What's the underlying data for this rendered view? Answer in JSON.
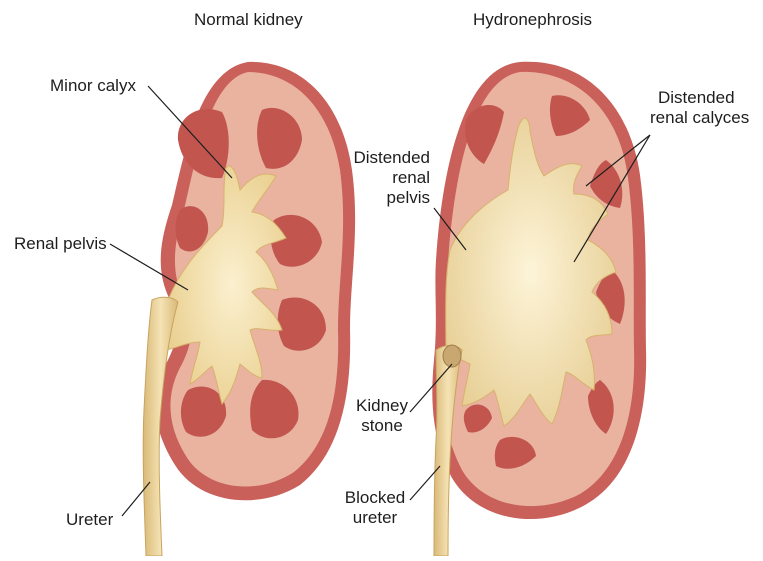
{
  "titles": {
    "normal": "Normal kidney",
    "hydro": "Hydronephrosis"
  },
  "labels": {
    "minor_calyx": "Minor calyx",
    "renal_pelvis": "Renal pelvis",
    "ureter": "Ureter",
    "distended_pelvis_1": "Distended",
    "distended_pelvis_2": "renal",
    "distended_pelvis_3": "pelvis",
    "distended_calyces_1": "Distended",
    "distended_calyces_2": "renal calyces",
    "kidney_stone_1": "Kidney",
    "kidney_stone_2": "stone",
    "blocked_ureter_1": "Blocked",
    "blocked_ureter_2": "ureter"
  },
  "colors": {
    "capsule": "#c9605a",
    "cortex": "#e9b3a0",
    "pyramid": "#c2564f",
    "pelvis": "#f3dfa8",
    "ureter": "#ecd29a",
    "stone": "#c8a870"
  }
}
